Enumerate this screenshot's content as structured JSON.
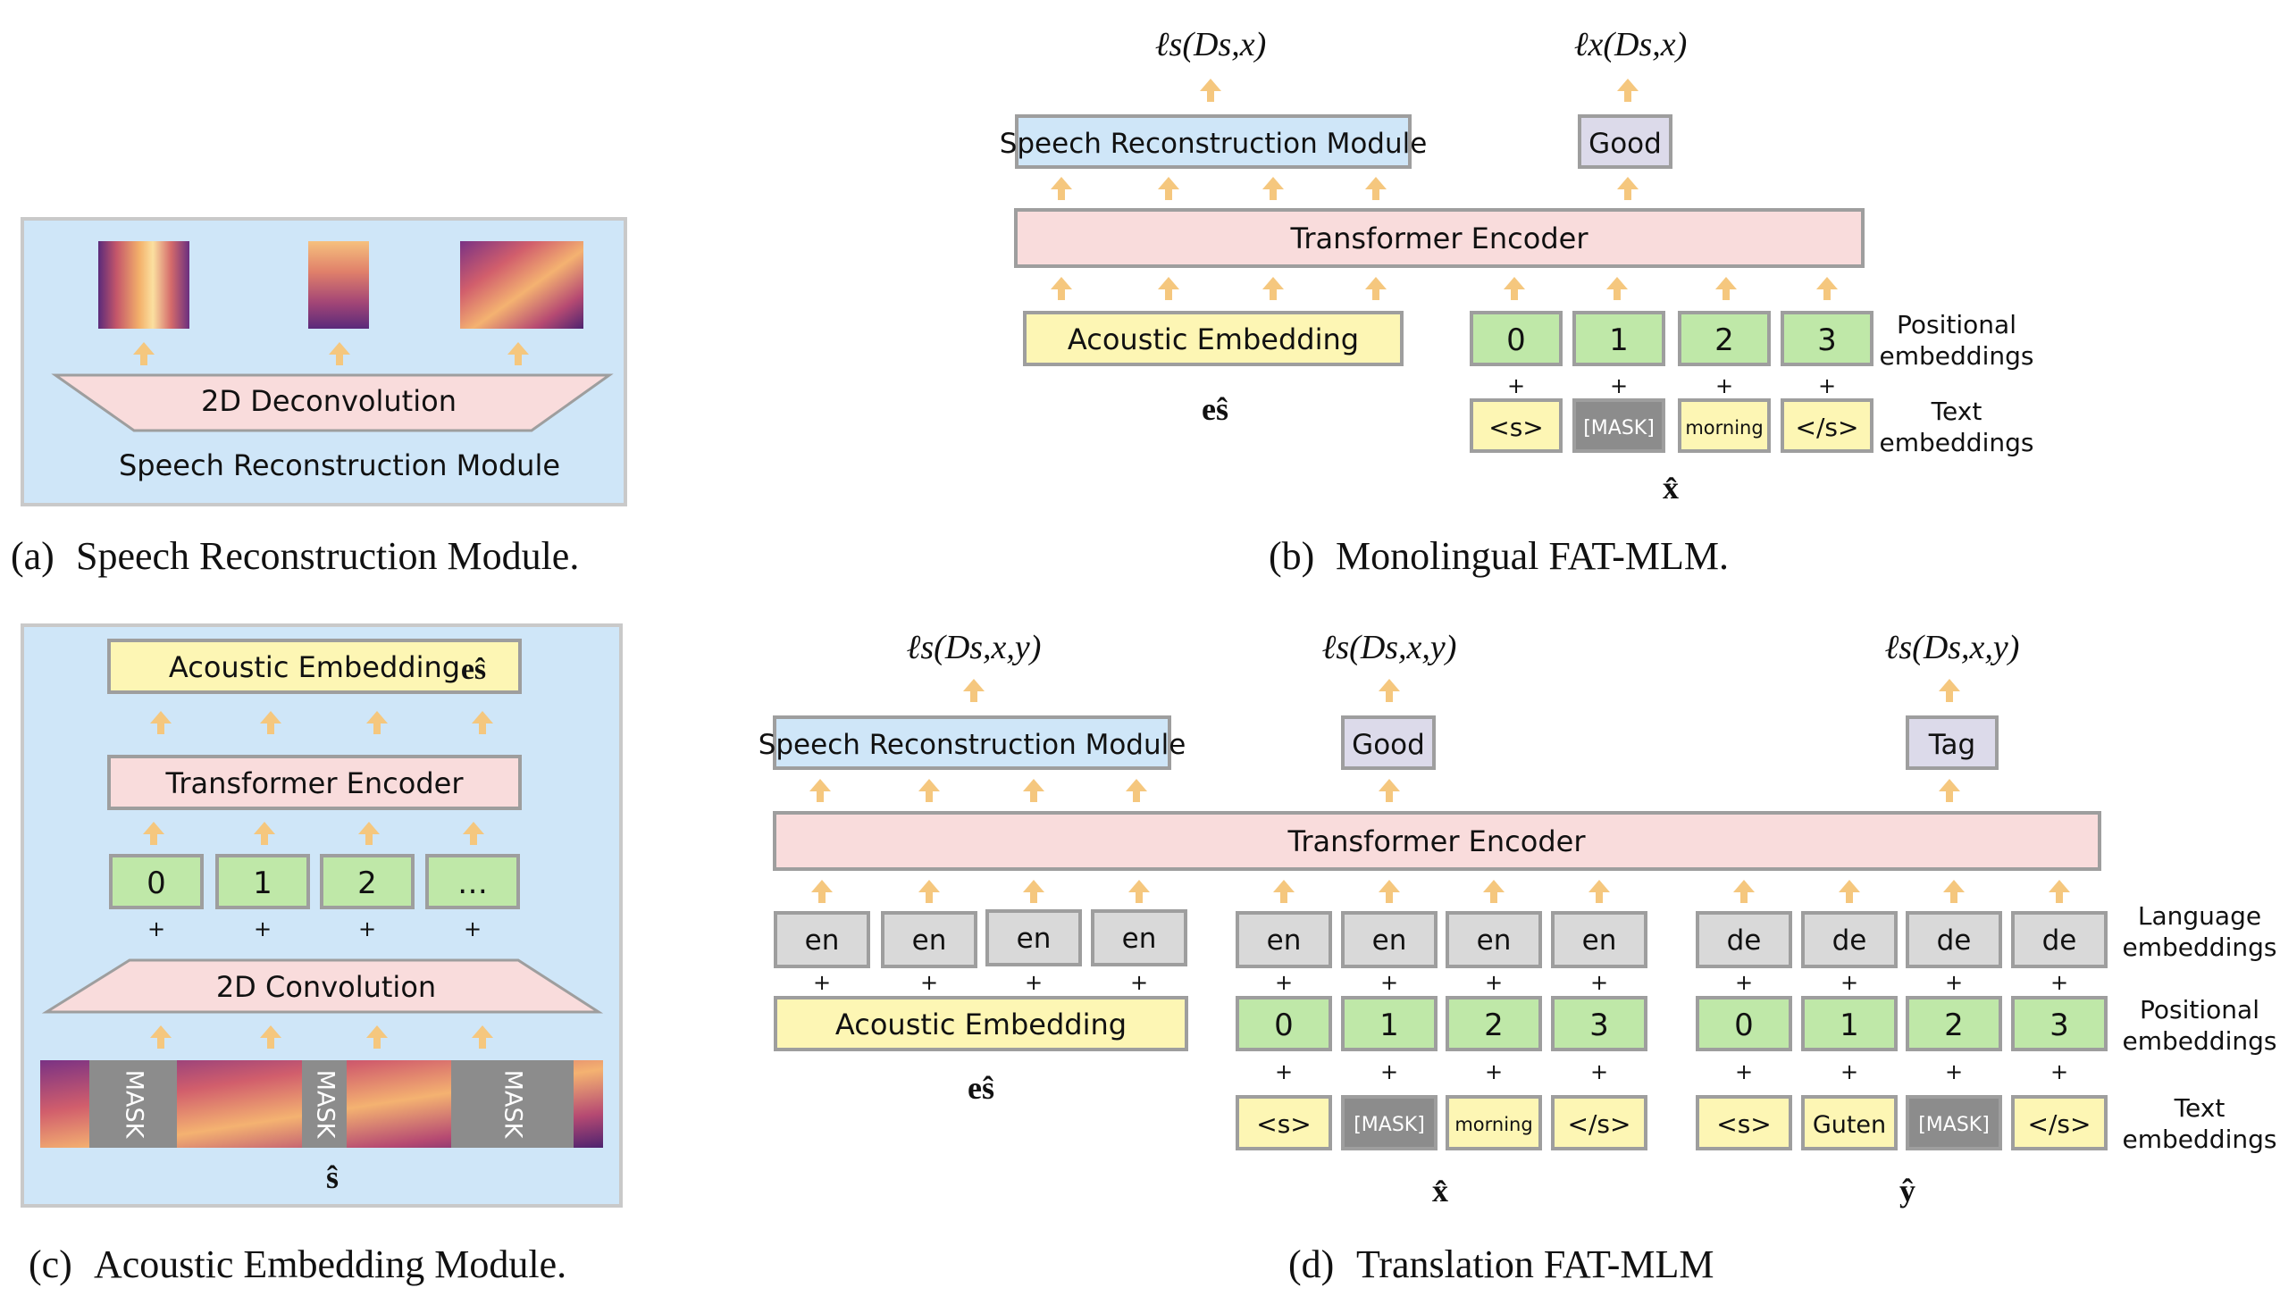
{
  "colors": {
    "panel_bg": "#cfe6f8",
    "panel_border": "#c9c9c9",
    "pink": "#f9dcdc",
    "yellow": "#fdf6b4",
    "green": "#bfe8a8",
    "gray_box": "#d9d9d9",
    "mask_dark": "#8c8c8c",
    "lavender": "#dcdaea",
    "blue_box": "#cfe6f8",
    "arrow": "#f5c77e",
    "box_border": "#9e9e9e"
  },
  "panel_a": {
    "deconv": "2D Deconvolution",
    "module": "Speech Reconstruction Module",
    "caption_tag": "(a)",
    "caption": "Speech Reconstruction Module."
  },
  "panel_b": {
    "loss_s": "ℓs(Ds,x)",
    "loss_x": "ℓx(Ds,x)",
    "srm": "Speech Reconstruction Module",
    "good": "Good",
    "encoder": "Transformer Encoder",
    "acoustic": "Acoustic Embedding",
    "acoustic_symbol": "eŝ",
    "positions": [
      "0",
      "1",
      "2",
      "3"
    ],
    "plus": "+",
    "tokens": [
      "<s>",
      "[MASK]",
      "morning",
      "</s>"
    ],
    "text_symbol": "x̂",
    "pos_label_1": "Positional",
    "pos_label_2": "embeddings",
    "text_label_1": "Text",
    "text_label_2": "embeddings",
    "caption_tag": "(b)",
    "caption": "Monolingual FAT-MLM."
  },
  "panel_c": {
    "acoustic": "Acoustic Embedding",
    "acoustic_symbol": "eŝ",
    "encoder": "Transformer Encoder",
    "positions": [
      "0",
      "1",
      "2",
      "…"
    ],
    "plus": "+",
    "conv": "2D Convolution",
    "mask": "MASK",
    "speech_symbol": "ŝ",
    "caption_tag": "(c)",
    "caption": "Acoustic Embedding Module."
  },
  "panel_d": {
    "loss_s": "ℓs(Ds,x,y)",
    "loss_x": "ℓs(Ds,x,y)",
    "loss_y": "ℓs(Ds,x,y)",
    "srm": "Speech Reconstruction Module",
    "good": "Good",
    "tag": "Tag",
    "encoder": "Transformer Encoder",
    "lang_en": "en",
    "lang_de": "de",
    "plus": "+",
    "acoustic": "Acoustic Embedding",
    "acoustic_symbol": "eŝ",
    "positions": [
      "0",
      "1",
      "2",
      "3"
    ],
    "tokens_x": [
      "<s>",
      "[MASK]",
      "morning",
      "</s>"
    ],
    "tokens_y": [
      "<s>",
      "Guten",
      "[MASK]",
      "</s>"
    ],
    "x_symbol": "x̂",
    "y_symbol": "ŷ",
    "lang_label_1": "Language",
    "lang_label_2": "embeddings",
    "pos_label_1": "Positional",
    "pos_label_2": "embeddings",
    "text_label_1": "Text",
    "text_label_2": "embeddings",
    "caption_tag": "(d)",
    "caption": "Translation FAT-MLM"
  }
}
